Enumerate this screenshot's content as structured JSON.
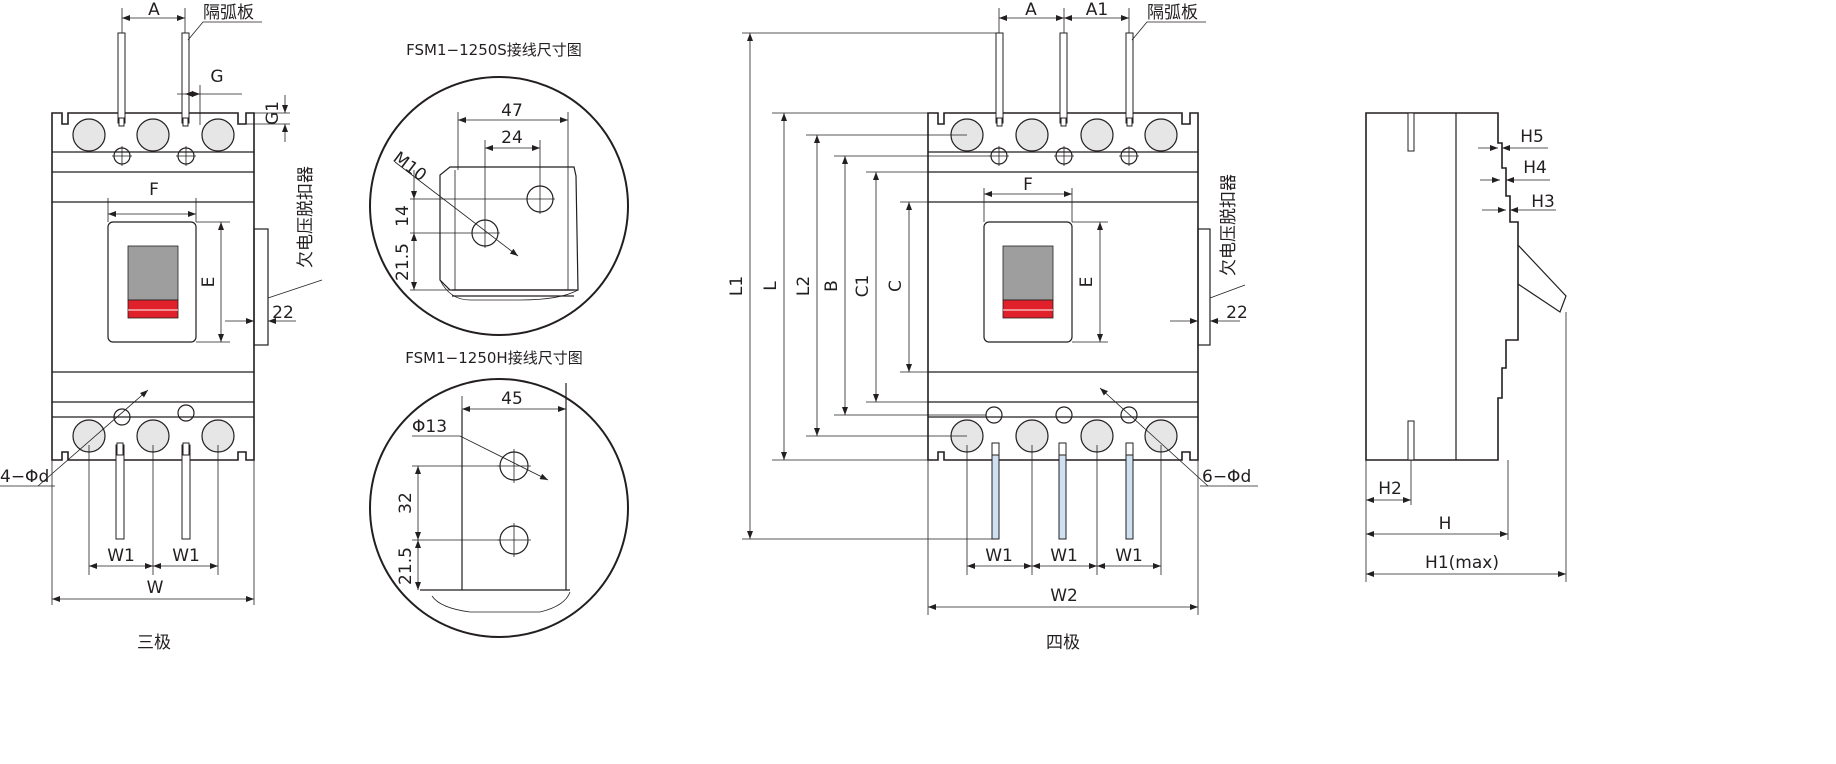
{
  "labels": {
    "A": "A",
    "A1": "A1",
    "arc_plate": "隔弧板",
    "G": "G",
    "G1": "G1",
    "F": "F",
    "E": "E",
    "undervoltage": "欠电压脱扣器",
    "n22": "22",
    "hole3": "4−Φd",
    "hole4": "6−Φd",
    "W1": "W1",
    "W": "W",
    "W2": "W2",
    "three_pole": "三极",
    "four_pole": "四极",
    "title_s": "FSM1−1250S接线尺寸图",
    "title_h": "FSM1−1250H接线尺寸图",
    "s47": "47",
    "s24": "24",
    "m10": "M10",
    "s14": "14",
    "s21_5": "21.5",
    "h45": "45",
    "phi13": "Φ13",
    "h32": "32",
    "L1": "L1",
    "L": "L",
    "L2": "L2",
    "B": "B",
    "C1": "C1",
    "C": "C",
    "H5": "H5",
    "H4": "H4",
    "H3": "H3",
    "H2": "H2",
    "H": "H",
    "H1": "H1(max)"
  },
  "colors": {
    "line": "#231f20",
    "handle_gray": "#9e9e9e",
    "handle_red": "#e0202a",
    "bar_blue": "#cfe1f1",
    "terminal_fill": "#e6e6e6"
  }
}
